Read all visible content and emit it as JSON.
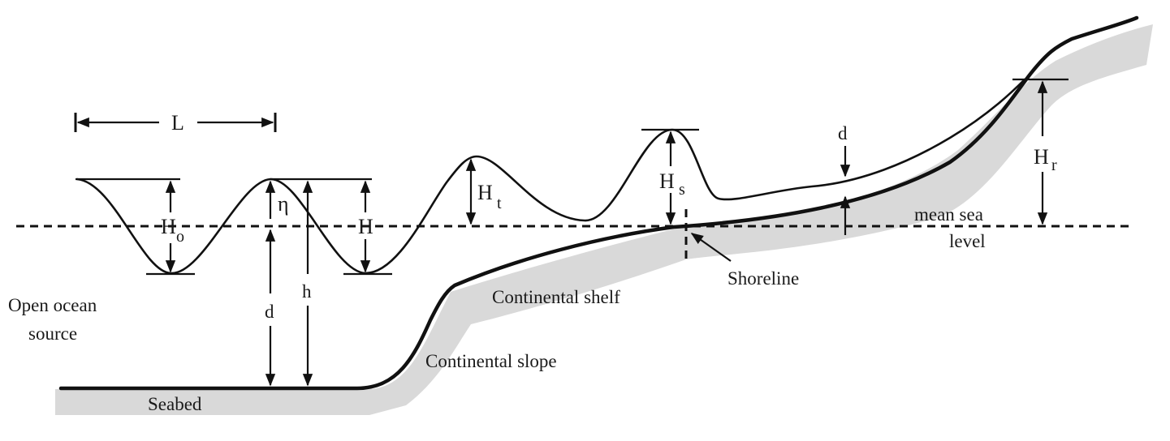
{
  "figure": {
    "labels": {
      "wavelength": "L",
      "offshore_height": "H",
      "offshore_height_sub": "o",
      "amplitude": "η",
      "wave_height": "H",
      "tsunami_height": "H",
      "tsunami_height_sub": "t",
      "shoaling_height": "H",
      "shoaling_height_sub": "s",
      "runup_height": "H",
      "runup_height_sub": "r",
      "depth": "d",
      "total_height": "h",
      "flow_depth": "d"
    },
    "annotations": {
      "open_ocean_line1": "Open ocean",
      "open_ocean_line2": "source",
      "seabed": "Seabed",
      "continental_slope": "Continental slope",
      "continental_shelf": "Continental shelf",
      "shoreline": "Shoreline",
      "msl_line1": "mean sea",
      "msl_line2": "level"
    },
    "colors": {
      "line": "#111111",
      "ground_shading": "#d9d9d9",
      "background": "#ffffff"
    }
  }
}
